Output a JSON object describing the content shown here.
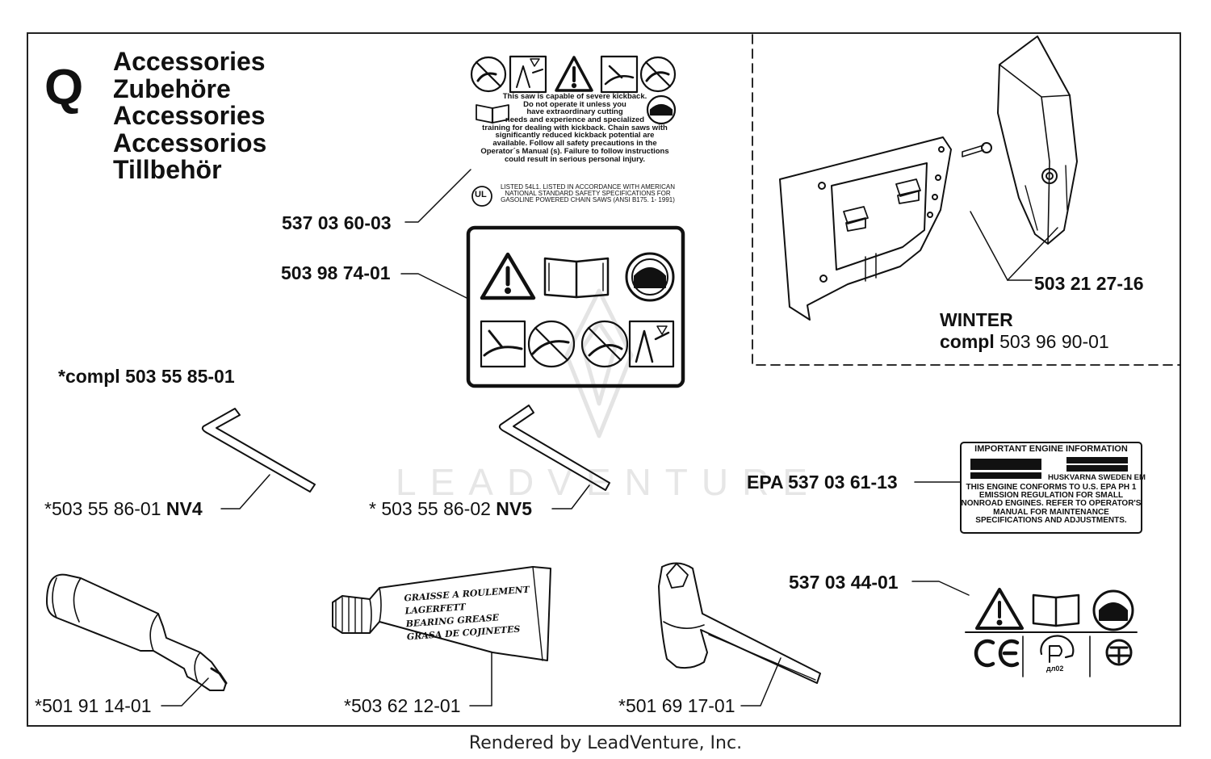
{
  "section": {
    "letter": "Q",
    "titles": [
      "Accessories",
      "Zubehöre",
      "Accessories",
      "Accessorios",
      "Tillbehör"
    ]
  },
  "watermark": "LEADVENTURE",
  "footer": "Rendered by LeadVenture, Inc.",
  "parts": {
    "kickback_decal": "537 03 60-03",
    "warning_decal": "503 98 74-01",
    "hex_kit": "*compl 503 55 85-01",
    "hex_nv4": {
      "number": "*503 55 86-01",
      "size": "NV4"
    },
    "hex_nv5": {
      "number": "* 503 55 86-02",
      "size": "NV5"
    },
    "winter_cover": "503 21 27-16",
    "winter_kit": {
      "title": "WINTER",
      "prefix": "compl",
      "number": "503 96 90-01"
    },
    "epa_decal": {
      "prefix": "EPA",
      "number": "537 03 61-13"
    },
    "ce_decal": "537 03 44-01",
    "grease_gun": "*501 91 14-01",
    "grease_tube": "*503 62 12-01",
    "combi_wrench": "*501 69 17-01"
  },
  "kickback_text": {
    "lines": [
      "This saw is capable of severe kickback.",
      "Do not operate it unless you",
      "have extraordinary cutting",
      "needs and experience and specialized",
      "training for dealing with kickback. Chain saws with",
      "significantly reduced kickback potential are",
      "available. Follow all safety precautions in the",
      "Operator´s Manual (s). Failure to follow instructions",
      "could result in serious personal injury."
    ],
    "ul_mark": "UL",
    "listing": [
      "LISTED 54L1. LISTED IN ACCORDANCE WITH AMERICAN",
      "NATIONAL STANDARD SAFETY SPECIFICATIONS FOR",
      "GASOLINE POWERED CHAIN SAWS (ANSI B175. 1- 1991)"
    ]
  },
  "epa_text": {
    "header": "IMPORTANT ENGINE INFORMATION",
    "maker": "HUSKVARNA SWEDEN EM",
    "lines": [
      "THIS ENGINE CONFORMS TO U.S. EPA PH 1",
      "EMISSION REGULATION FOR SMALL",
      "NONROAD ENGINES. REFER TO OPERATOR'S",
      "MANUAL FOR MAINTENANCE",
      "SPECIFICATIONS AND ADJUSTMENTS."
    ]
  },
  "tube_text": [
    "GRAISSE A ROULEMENT",
    "LAGERFETT",
    "BEARING GREASE",
    "GRASA DE COJINETES"
  ],
  "ce_marks": {
    "ce": "CE",
    "gost_sub": "дл02"
  },
  "colors": {
    "ink": "#111111",
    "watermark": "#e6e6e6"
  }
}
